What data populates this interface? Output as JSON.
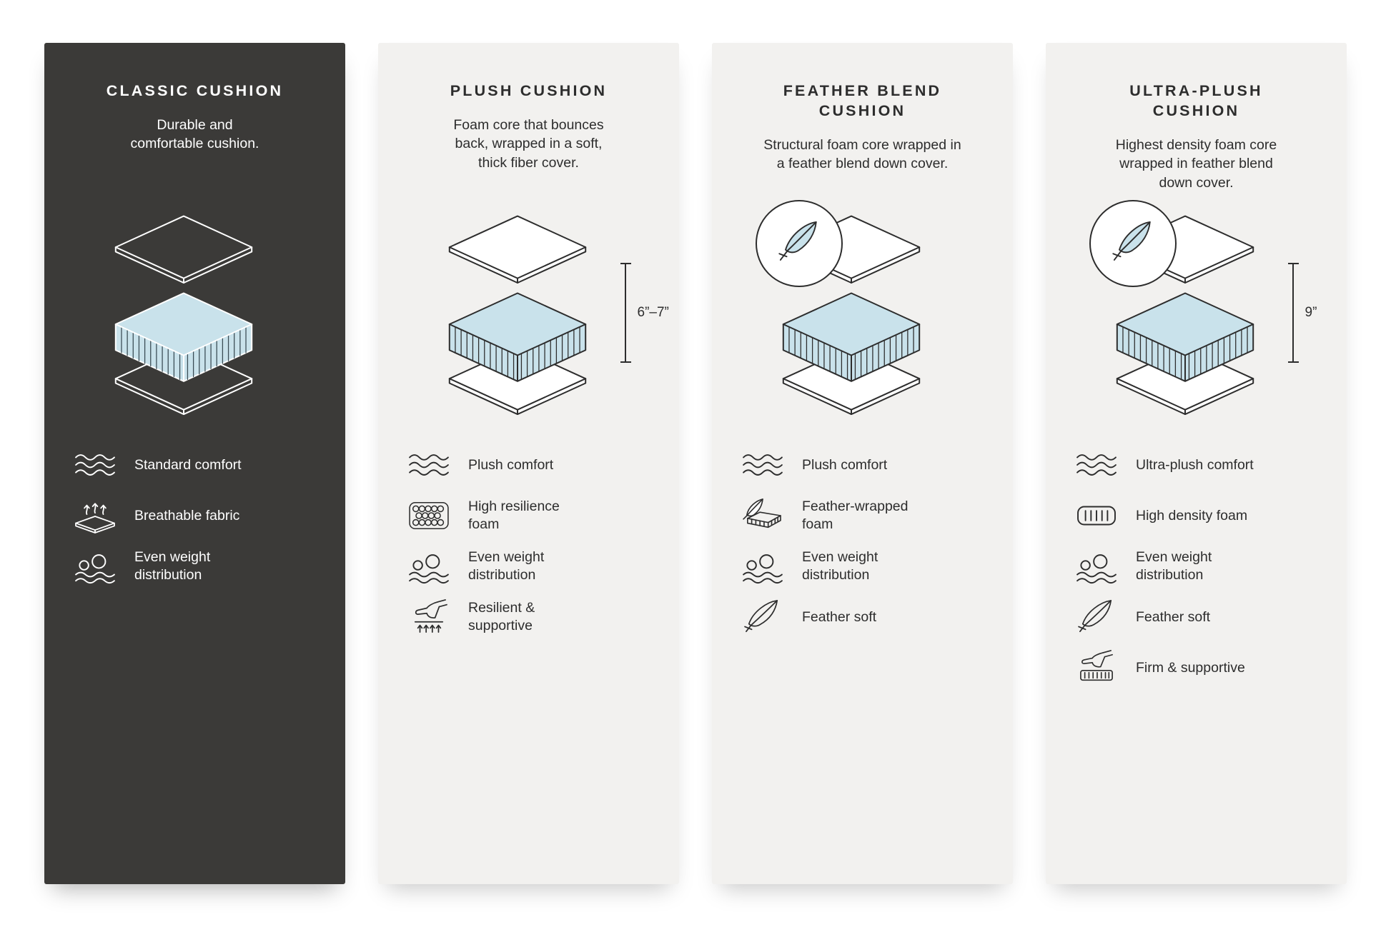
{
  "page": {
    "background": "#ffffff"
  },
  "colors": {
    "dark_card_bg": "#3b3a38",
    "light_card_bg": "#f2f1ef",
    "foam_blue": "#c9e2eb",
    "line_dark": "#2d2d2d",
    "text_light": "#ffffff"
  },
  "cards": [
    {
      "id": "classic",
      "theme": "dark",
      "title": "CLASSIC CUSHION",
      "description": "Durable and\ncomfortable cushion.",
      "dimension": "",
      "feather_badge": false,
      "features": [
        {
          "icon": "waves",
          "label": "Standard comfort"
        },
        {
          "icon": "breathable-fabric",
          "label": "Breathable fabric"
        },
        {
          "icon": "weight-distribution",
          "label": "Even weight distribution"
        }
      ]
    },
    {
      "id": "plush",
      "theme": "light",
      "title": "PLUSH CUSHION",
      "description": "Foam core that bounces\nback, wrapped in a soft,\nthick fiber cover.",
      "dimension": "6”–7”",
      "feather_badge": false,
      "features": [
        {
          "icon": "waves",
          "label": "Plush comfort"
        },
        {
          "icon": "foam-cells",
          "label": "High resilience foam"
        },
        {
          "icon": "weight-distribution",
          "label": "Even weight distribution"
        },
        {
          "icon": "press-hand",
          "label": "Resilient & supportive"
        }
      ]
    },
    {
      "id": "feather-blend",
      "theme": "light",
      "title": "FEATHER BLEND\nCUSHION",
      "description": "Structural foam core wrapped in\na feather blend down cover.",
      "dimension": "",
      "feather_badge": true,
      "features": [
        {
          "icon": "waves",
          "label": "Plush comfort"
        },
        {
          "icon": "feather-foam",
          "label": "Feather-wrapped foam"
        },
        {
          "icon": "weight-distribution",
          "label": "Even weight distribution"
        },
        {
          "icon": "feather",
          "label": "Feather soft"
        }
      ]
    },
    {
      "id": "ultra-plush",
      "theme": "light",
      "title": "ULTRA-PLUSH\nCUSHION",
      "description": "Highest density foam core\nwrapped in feather blend\ndown cover.",
      "dimension": "9”",
      "feather_badge": true,
      "features": [
        {
          "icon": "waves",
          "label": "Ultra-plush comfort"
        },
        {
          "icon": "density-foam",
          "label": "High density foam"
        },
        {
          "icon": "weight-distribution",
          "label": "Even weight distribution"
        },
        {
          "icon": "feather",
          "label": "Feather soft"
        },
        {
          "icon": "firm-hand",
          "label": "Firm & supportive"
        }
      ]
    }
  ]
}
